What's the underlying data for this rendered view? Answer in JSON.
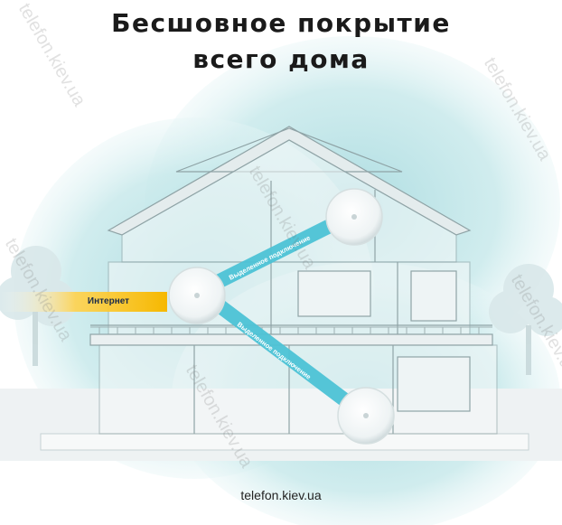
{
  "header": {
    "title_line1": "Бесшовное покрытие",
    "title_line2": "всего дома"
  },
  "labels": {
    "internet": "Интернет",
    "connection_upper": "Выделенное подключение",
    "connection_lower": "Выделенное подключение"
  },
  "footer": {
    "site": "telefon.kiev.ua"
  },
  "watermark": {
    "text": "telefon.kiev.ua"
  },
  "colors": {
    "coverage": "#bfe4e6",
    "link_band": "#4dc3d6",
    "internet_band": "#f6b800",
    "house_line": "#8fa3a6"
  }
}
